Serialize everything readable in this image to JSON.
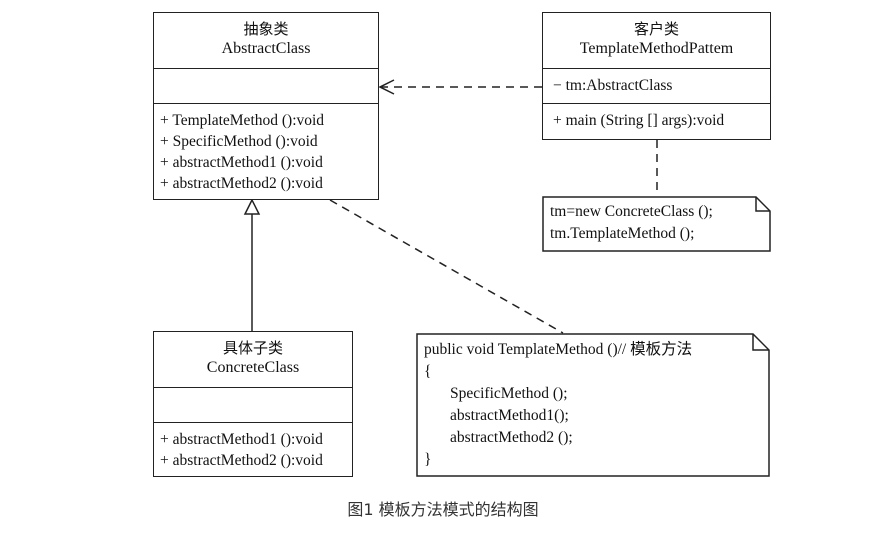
{
  "abstract_class": {
    "cn_name": "抽象类",
    "name": "AbstractClass",
    "methods": [
      "+ TemplateMethod ():void",
      "+ SpecificMethod ():void",
      "+ abstractMethod1 ():void",
      "+ abstractMethod2 ():void"
    ]
  },
  "client_class": {
    "cn_name": "客户类",
    "name": "TemplateMethodPattem",
    "attribute": "− tm:AbstractClass",
    "method": "+ main (String [] args):void"
  },
  "client_note": {
    "lines": [
      "tm=new ConcreteClass ();",
      "tm.TemplateMethod ();"
    ]
  },
  "concrete_class": {
    "cn_name": "具体子类",
    "name": "ConcreteClass",
    "methods": [
      "+ abstractMethod1 ():void",
      "+ abstractMethod2 ():void"
    ]
  },
  "template_note": {
    "lines": [
      "public void TemplateMethod ()// 模板方法",
      "{",
      "SpecificMethod ();",
      "abstractMethod1();",
      "abstractMethod2 ();",
      "}"
    ]
  },
  "caption": "图1 模板方法模式的结构图"
}
